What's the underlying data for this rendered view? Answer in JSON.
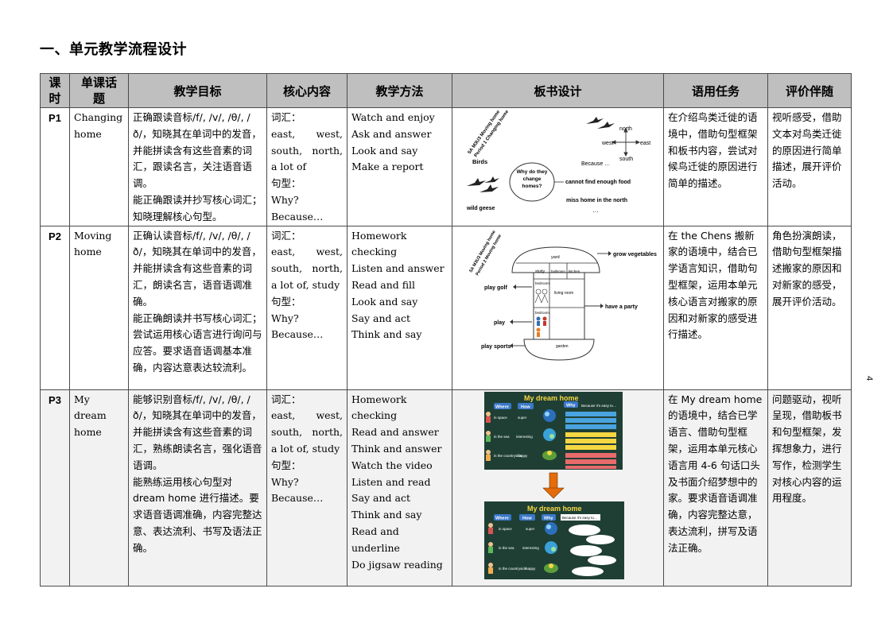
{
  "heading": "一、单元教学流程设计",
  "page_number": "4",
  "table": {
    "headers": [
      "课时",
      "单课话题",
      "教学目标",
      "核心内容",
      "教学方法",
      "板书设计",
      "语用任务",
      "评价伴随"
    ],
    "rows": [
      {
        "period": "P1",
        "topic": "Changing home",
        "goals": [
          "正确跟读音标/f/, /v/, /θ/, /ð/，知晓其在单词中的发音，并能拼读含有这些音素的词汇，跟读名言，关注语音语调。",
          "能正确跟读并抄写核心词汇；知晓理解核心句型。"
        ],
        "core": {
          "vocab_label": "词汇：",
          "vocab": "east, west, south, north, a lot of",
          "pattern_label": "句型：",
          "pattern_q": "Why?",
          "pattern_a": "Because…"
        },
        "methods": [
          "Watch and enjoy",
          "Ask and answer",
          "Look and say",
          "Make a report"
        ],
        "board": {
          "side_title": "5A M3U3 Moving home",
          "side_sub": "Period 1 Changing home",
          "birds": "Birds",
          "wild_geese": "wild geese",
          "center": "Why do they change homes?",
          "compass": {
            "n": "north",
            "s": "south",
            "e": "east",
            "w": "west"
          },
          "because": "Because …",
          "reason1": "cannot find enough food",
          "reason2": "miss home in the north",
          "more": "…"
        },
        "task": "在介绍鸟类迁徙的语境中，借助句型框架和板书内容，尝试对候鸟迁徙的原因进行简单的描述。",
        "eval": "视听感受，借助文本对鸟类迁徙的原因进行简单描述，展开评价活动。"
      },
      {
        "period": "P2",
        "topic": "Moving home",
        "goals": [
          "正确认读音标/f/, /v/, /θ/, /ð/，知晓其在单词中的发音，并能拼读含有这些音素的词汇，朗读名言，语音语调准确。",
          "能正确朗读并书写核心词汇；尝试运用核心语言进行询问与应答。要求语音语调基本准确，内容达意表达较流利。"
        ],
        "core": {
          "vocab_label": "词汇：",
          "vocab": "east, west, south, north, a lot of, study",
          "pattern_label": "句型：",
          "pattern_q": "Why?",
          "pattern_a": "Because…"
        },
        "methods": [
          "Homework checking",
          "Listen and answer",
          "Read and fill",
          "Look and say",
          "Say and act",
          "Think and say"
        ],
        "board": {
          "side_title": "5A M3U3 Moving home",
          "side_sub": "Period 2 Moving home",
          "yard": "yard",
          "study": "study",
          "bathroom": "bathroom",
          "kitchen": "kitchen",
          "bedroom1": "bedroom",
          "living": "living room",
          "bedroom2": "bedroom",
          "garden": "garden",
          "grow": "grow vegetables",
          "golf": "play golf",
          "party": "have a party",
          "play": "play",
          "sports": "play sports"
        },
        "task": "在 the Chens 搬新家的语境中，结合已学语言知识，借助句型框架，运用本单元核心语言对搬家的原因和对新家的感受进行描述。",
        "eval": "角色扮演朗读，借助句型框架描述搬家的原因和对新家的感受，展开评价活动。"
      },
      {
        "period": "P3",
        "topic": "My dream home",
        "goals": [
          "能够识别音标/f/, /v/, /θ/, /ð/，知晓其在单词中的发音，并能拼读含有这些音素的词汇，熟练朗读名言，强化语音语调。",
          "能熟练运用核心句型对 dream home 进行描述。要求语音语调准确，内容完整达意、表达流利、书写及语法正确。"
        ],
        "core": {
          "vocab_label": "词汇：",
          "vocab": "east, west, south, north, a lot of, study",
          "pattern_label": "句型：",
          "pattern_q": "Why?",
          "pattern_a": "Because…"
        },
        "methods": [
          "Homework checking",
          "Read and answer",
          "Think and answer",
          "Watch the video",
          "Listen and read",
          "Say and act",
          "Think and say",
          "Read and underline",
          "Do jigsaw reading"
        ],
        "board": {
          "title": "My dream home",
          "where": "Where",
          "how": "How",
          "why": "Why",
          "because": "Because it's easy to…",
          "places": [
            "in space",
            "in the sea",
            "in the countryside"
          ],
          "adjs": [
            "super",
            "interesting",
            "happy"
          ]
        },
        "task": "在 My dream home 的语境中，结合已学语言、借助句型框架，运用本单元核心语言用 4-6 句话口头及书面介绍梦想中的家。要求语音语调准确，内容完整达意，表达流利，拼写及语法正确。",
        "eval": "问题驱动，视听呈现，借助板书和句型框架，发挥想象力，进行写作，检测学生对核心内容的运用程度。"
      }
    ]
  },
  "colors": {
    "header_bg": "#bfbfbf",
    "row3_bg": "#f2f2f2",
    "board_green": "#1f3f35",
    "arrow_orange": "#e46c0a"
  }
}
